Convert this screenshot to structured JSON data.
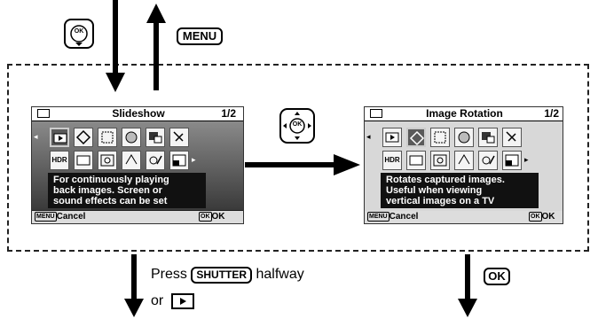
{
  "top": {
    "ok_button_label": "OK",
    "menu_key_label": "MENU"
  },
  "left_screen": {
    "title": "Slideshow",
    "page": "1/2",
    "description": "For continuously playing\nback images. Screen or\nsound effects can be set",
    "hdr_label": "HDR",
    "cancel_key": "MENU",
    "cancel_label": "Cancel",
    "ok_key": "OK",
    "ok_label": "OK"
  },
  "four_way_button_label": "OK",
  "right_screen": {
    "title": "Image Rotation",
    "page": "1/2",
    "description": "Rotates captured images.\nUseful when viewing\nvertical images on a TV",
    "hdr_label": "HDR",
    "cancel_key": "MENU",
    "cancel_label": "Cancel",
    "ok_key": "OK",
    "ok_label": "OK"
  },
  "bottom": {
    "press_text": "Press",
    "shutter_key": "SHUTTER",
    "halfway_text": "halfway",
    "or_text": "or",
    "ok_key": "OK"
  }
}
